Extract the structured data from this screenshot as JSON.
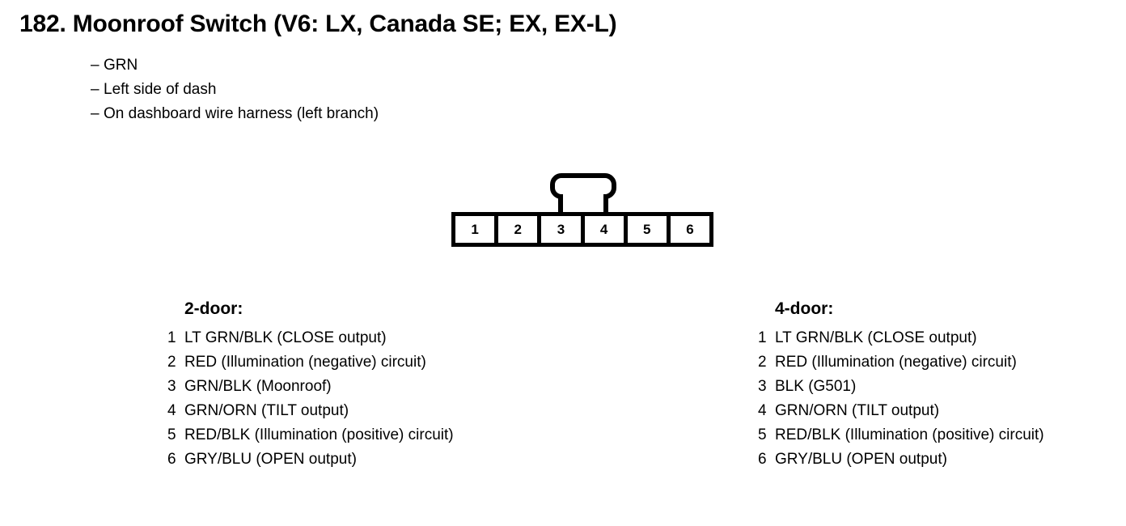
{
  "page": {
    "title": "182. Moonroof Switch (V6: LX, Canada SE; EX, EX-L)",
    "notes": [
      "GRN",
      "Left side of dash",
      "On dashboard wire harness (left branch)"
    ],
    "bullet_marker": "–"
  },
  "connector": {
    "name": "moonroof-switch-connector",
    "pin_count": 6,
    "pins": [
      "1",
      "2",
      "3",
      "4",
      "5",
      "6"
    ],
    "latch": "top-center-locking-tab",
    "colors": {
      "body": "#000000",
      "cavity": "#ffffff"
    }
  },
  "lists": [
    {
      "heading": "2-door:",
      "rows": [
        {
          "num": "1",
          "desc": "LT GRN/BLK (CLOSE output)"
        },
        {
          "num": "2",
          "desc": "RED (Illumination (negative) circuit)"
        },
        {
          "num": "3",
          "desc": "GRN/BLK (Moonroof)"
        },
        {
          "num": "4",
          "desc": "GRN/ORN (TILT output)"
        },
        {
          "num": "5",
          "desc": "RED/BLK (Illumination (positive) circuit)"
        },
        {
          "num": "6",
          "desc": "GRY/BLU (OPEN output)"
        }
      ]
    },
    {
      "heading": "4-door:",
      "rows": [
        {
          "num": "1",
          "desc": "LT GRN/BLK (CLOSE output)"
        },
        {
          "num": "2",
          "desc": "RED (Illumination (negative) circuit)"
        },
        {
          "num": "3",
          "desc": "BLK (G501)"
        },
        {
          "num": "4",
          "desc": "GRN/ORN (TILT output)"
        },
        {
          "num": "5",
          "desc": "RED/BLK (Illumination (positive) circuit)"
        },
        {
          "num": "6",
          "desc": "GRY/BLU (OPEN output)"
        }
      ]
    }
  ]
}
